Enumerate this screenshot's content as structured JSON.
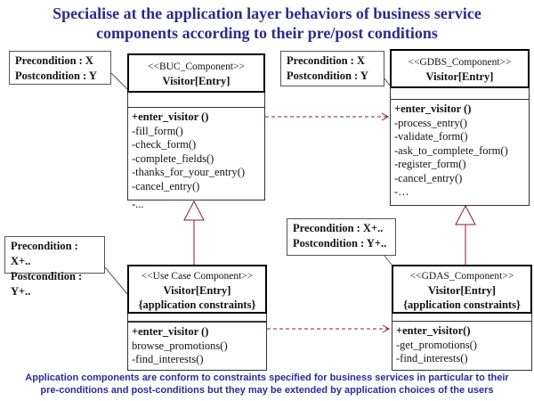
{
  "title": [
    "Specialise at the application layer behaviors of business service",
    "components according to their pre/post conditions"
  ],
  "colors": {
    "title": "#2b2b8c",
    "arrow": "#8b1a3a",
    "footer": "#2b2b9c"
  },
  "notes": {
    "buc": [
      "Precondition : X",
      "Postcondition : Y"
    ],
    "gdbs": [
      "Precondition : X",
      "Postcondition : Y"
    ],
    "usecase": [
      "Precondition : X+..",
      "Postcondition : Y+.."
    ],
    "gdas": [
      "Precondition : X+..",
      "Postcondition : Y+.."
    ]
  },
  "classes": {
    "buc": {
      "stereotype": "<<BUC_Component>>",
      "name": "Visitor[Entry]",
      "ops": [
        "+enter_visitor ()",
        "-fill_form()",
        "-check_form()",
        "-complete_fields()",
        "-thanks_for_your_entry()",
        "-cancel_entry()"
      ],
      "extra": "-..."
    },
    "gdbs": {
      "stereotype": "<<GDBS_Component>>",
      "name": "Visitor[Entry]",
      "ops": [
        "+enter_visitor ()",
        "-process_entry()",
        "-validate_form()",
        "-ask_to_complete_form()",
        "-register_form()",
        "-cancel_entry()",
        "-…"
      ]
    },
    "usecase": {
      "stereotype": "<<Use Case Component>>",
      "name": "Visitor[Entry]",
      "constraint": "{application constraints}",
      "ops": [
        "+enter_visitor ()",
        "browse_promotions()",
        "-find_interests()"
      ]
    },
    "gdas": {
      "stereotype": "<<GDAS_Component>>",
      "name": "Visitor[Entry]",
      "constraint": "{application constraints}",
      "ops": [
        "+enter_visitor()",
        "-get_promotions()",
        "-find_interests()"
      ]
    }
  },
  "footer": [
    "Application components are conform to constraints specified for business services in particular to their",
    "pre-conditions and post-conditions but they may be extended by application choices of the users"
  ]
}
